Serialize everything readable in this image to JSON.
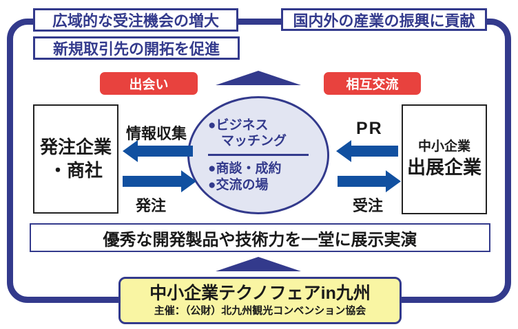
{
  "colors": {
    "navy": "#333a8c",
    "arrow_blue": "#1150a0",
    "red": "#e8423e",
    "ellipse_fill": "#e2e5f2",
    "yellow": "#f9f5a3",
    "text_black": "#1a1a1a"
  },
  "top_boxes": {
    "box1": "広域的な受注機会の増大",
    "box2": "新規取引先の開拓を促進",
    "box3": "国内外の産業の振興に貢献"
  },
  "red_badges": {
    "left": "出会い",
    "right": "相互交流"
  },
  "center_ellipse": {
    "line1": "●ビジネス",
    "line2": "マッチング",
    "line3": "●商談・成約",
    "line4": "●交流の場"
  },
  "left_box": {
    "line1": "発注企業",
    "line2": "・商社"
  },
  "right_box": {
    "line1": "中小企業",
    "line2": "出展企業"
  },
  "arrow_labels": {
    "info": "情報収集",
    "order_out": "発注",
    "pr": "PR",
    "order_in": "受注"
  },
  "banner": "優秀な開発製品や技術力を一堂に展示実演",
  "event_box": {
    "title": "中小企業テクノフェアin九州",
    "organizer": "主催：（公財）北九州観光コンベンション協会"
  }
}
